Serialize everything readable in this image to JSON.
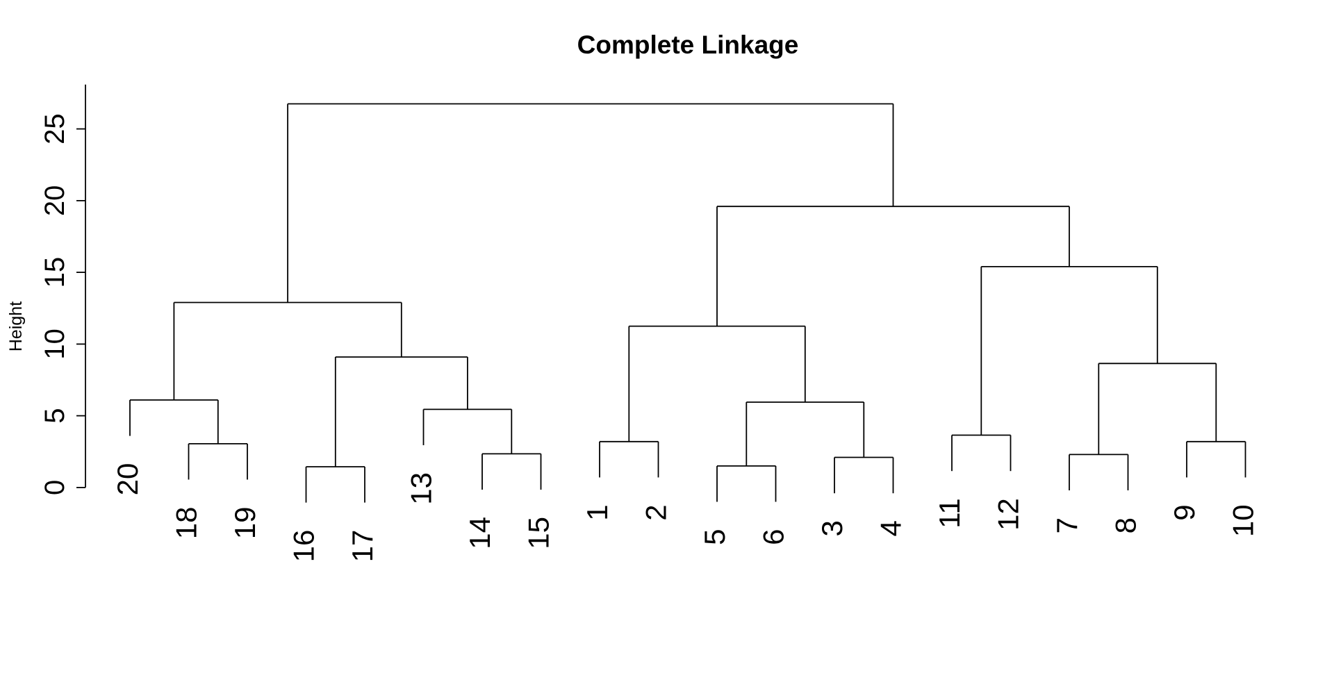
{
  "title": "Complete Linkage",
  "y_axis": {
    "label": "Height",
    "ticks": [
      0,
      5,
      10,
      15,
      20,
      25
    ]
  },
  "chart_data": {
    "type": "dendrogram",
    "title": "Complete Linkage",
    "ylabel": "Height",
    "xlabel": "",
    "linkage": "complete",
    "ylim": [
      0,
      28.1
    ],
    "yticks": [
      0,
      5,
      10,
      15,
      20,
      25
    ],
    "grid": false,
    "hang": 2.5,
    "leaf_order": [
      "20",
      "18",
      "19",
      "16",
      "17",
      "13",
      "14",
      "15",
      "1",
      "2",
      "5",
      "6",
      "3",
      "4",
      "11",
      "12",
      "7",
      "8",
      "9",
      "10"
    ],
    "colors": {
      "line": "#000000",
      "text": "#000000",
      "background": "#ffffff"
    },
    "root": {
      "h": 26.75,
      "c": [
        {
          "h": 12.9,
          "c": [
            {
              "h": 6.1,
              "c": [
                "20",
                {
                  "h": 3.05,
                  "c": [
                    "18",
                    "19"
                  ]
                }
              ]
            },
            {
              "h": 9.1,
              "c": [
                {
                  "h": 1.45,
                  "c": [
                    "16",
                    "17"
                  ]
                },
                {
                  "h": 5.45,
                  "c": [
                    "13",
                    {
                      "h": 2.35,
                      "c": [
                        "14",
                        "15"
                      ]
                    }
                  ]
                }
              ]
            }
          ]
        },
        {
          "h": 19.6,
          "c": [
            {
              "h": 11.25,
              "c": [
                {
                  "h": 3.2,
                  "c": [
                    "1",
                    "2"
                  ]
                },
                {
                  "h": 5.95,
                  "c": [
                    {
                      "h": 1.5,
                      "c": [
                        "5",
                        "6"
                      ]
                    },
                    {
                      "h": 2.1,
                      "c": [
                        "3",
                        "4"
                      ]
                    }
                  ]
                }
              ]
            },
            {
              "h": 15.4,
              "c": [
                {
                  "h": 3.65,
                  "c": [
                    "11",
                    "12"
                  ]
                },
                {
                  "h": 8.65,
                  "c": [
                    {
                      "h": 2.3,
                      "c": [
                        "7",
                        "8"
                      ]
                    },
                    {
                      "h": 3.2,
                      "c": [
                        "9",
                        "10"
                      ]
                    }
                  ]
                }
              ]
            }
          ]
        }
      ]
    }
  }
}
